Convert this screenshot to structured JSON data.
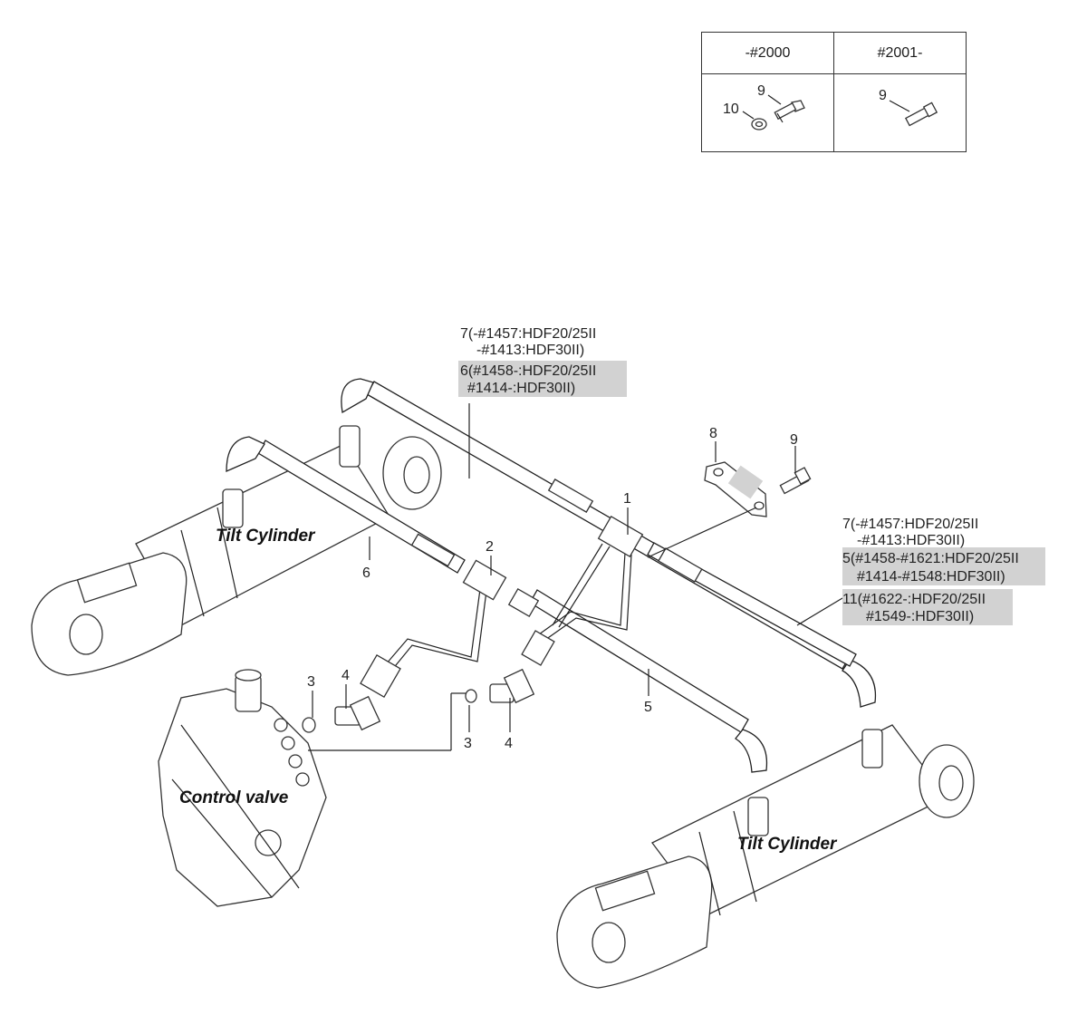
{
  "inset": {
    "col_left_header": "-#2000",
    "col_right_header": "#2001-",
    "left_callout_bolt": "9",
    "left_callout_washer": "10",
    "right_callout_bolt": "9"
  },
  "notes": {
    "top_line1": "7(-#1457:HDF20/25II",
    "top_line2": "-#1413:HDF30II)",
    "top_line3": "6(#1458-:HDF20/25II",
    "top_line4": "#1414-:HDF30II)",
    "right_line1": "7(-#1457:HDF20/25II",
    "right_line2": "-#1413:HDF30II)",
    "right_line3": "5(#1458-#1621:HDF20/25II",
    "right_line4": "#1414-#1548:HDF30II)",
    "right_line5": "11(#1622-:HDF20/25II",
    "right_line6": "#1549-:HDF30II)"
  },
  "callouts": {
    "c1": "1",
    "c2": "2",
    "c3a": "3",
    "c3b": "3",
    "c4a": "4",
    "c4b": "4",
    "c5": "5",
    "c6": "6",
    "c8": "8",
    "c9": "9"
  },
  "labels": {
    "tilt_cylinder_left": "Tilt Cylinder",
    "tilt_cylinder_right": "Tilt Cylinder",
    "control_valve": "Control valve"
  }
}
